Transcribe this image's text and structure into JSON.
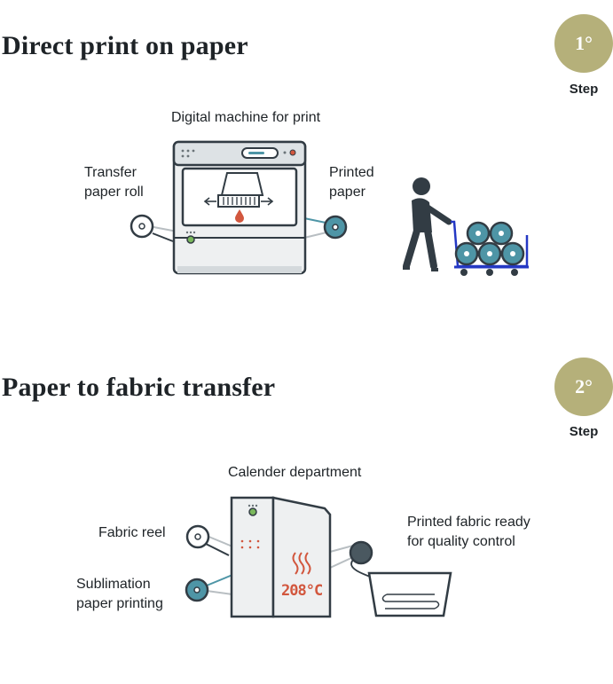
{
  "step1": {
    "title": "Direct print on paper",
    "badge": "1°",
    "step_label": "Step",
    "machine_label": "Digital machine for print",
    "input_label_line1": "Transfer",
    "input_label_line2": "paper roll",
    "output_label_line1": "Printed",
    "output_label_line2": "paper"
  },
  "step2": {
    "title": "Paper to fabric transfer",
    "badge": "2°",
    "step_label": "Step",
    "machine_label": "Calender department",
    "fabric_label": "Fabric reel",
    "sublimation_label_line1": "Sublimation",
    "sublimation_label_line2": "paper printing",
    "output_label_line1": "Printed fabric ready",
    "output_label_line2": "for quality control",
    "temperature": "208°C"
  },
  "colors": {
    "dark": "#323c44",
    "teal": "#4e95a6",
    "gold": "#b5b07a",
    "red": "#d2573e",
    "blue": "#2438c4",
    "grey_body": "#eef0f1",
    "green_dot": "#7ab85c"
  }
}
